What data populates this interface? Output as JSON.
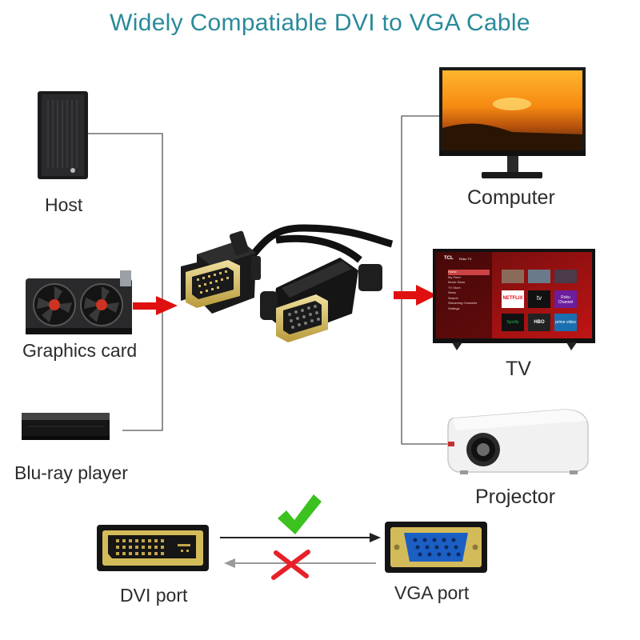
{
  "title": "Widely Compatiable DVI to VGA Cable",
  "sources": {
    "host": "Host",
    "graphics_card": "Graphics card",
    "bluray": "Blu-ray player"
  },
  "targets": {
    "computer": "Computer",
    "tv": "TV",
    "projector": "Projector"
  },
  "tv_screen": {
    "brand": "TCL",
    "os": "Roku TV",
    "menu": [
      "Home",
      "My Feed",
      "Movie Store",
      "TV Store",
      "News",
      "Search",
      "Streaming Channels",
      "Settings"
    ],
    "tiles": [
      "NETFLIX",
      "tv",
      "Roku Channel",
      "Spotify",
      "HBO",
      "prime video"
    ]
  },
  "ports": {
    "dvi": "DVI port",
    "vga": "VGA port"
  },
  "colors": {
    "title": "#2a8a9a",
    "arrow_red": "#e01010",
    "check_green": "#3cc21e",
    "cross_red": "#e8202a",
    "connector_blue": "#1b5fc4"
  },
  "icons": {
    "ok": "check-icon",
    "not_ok": "cross-icon"
  }
}
